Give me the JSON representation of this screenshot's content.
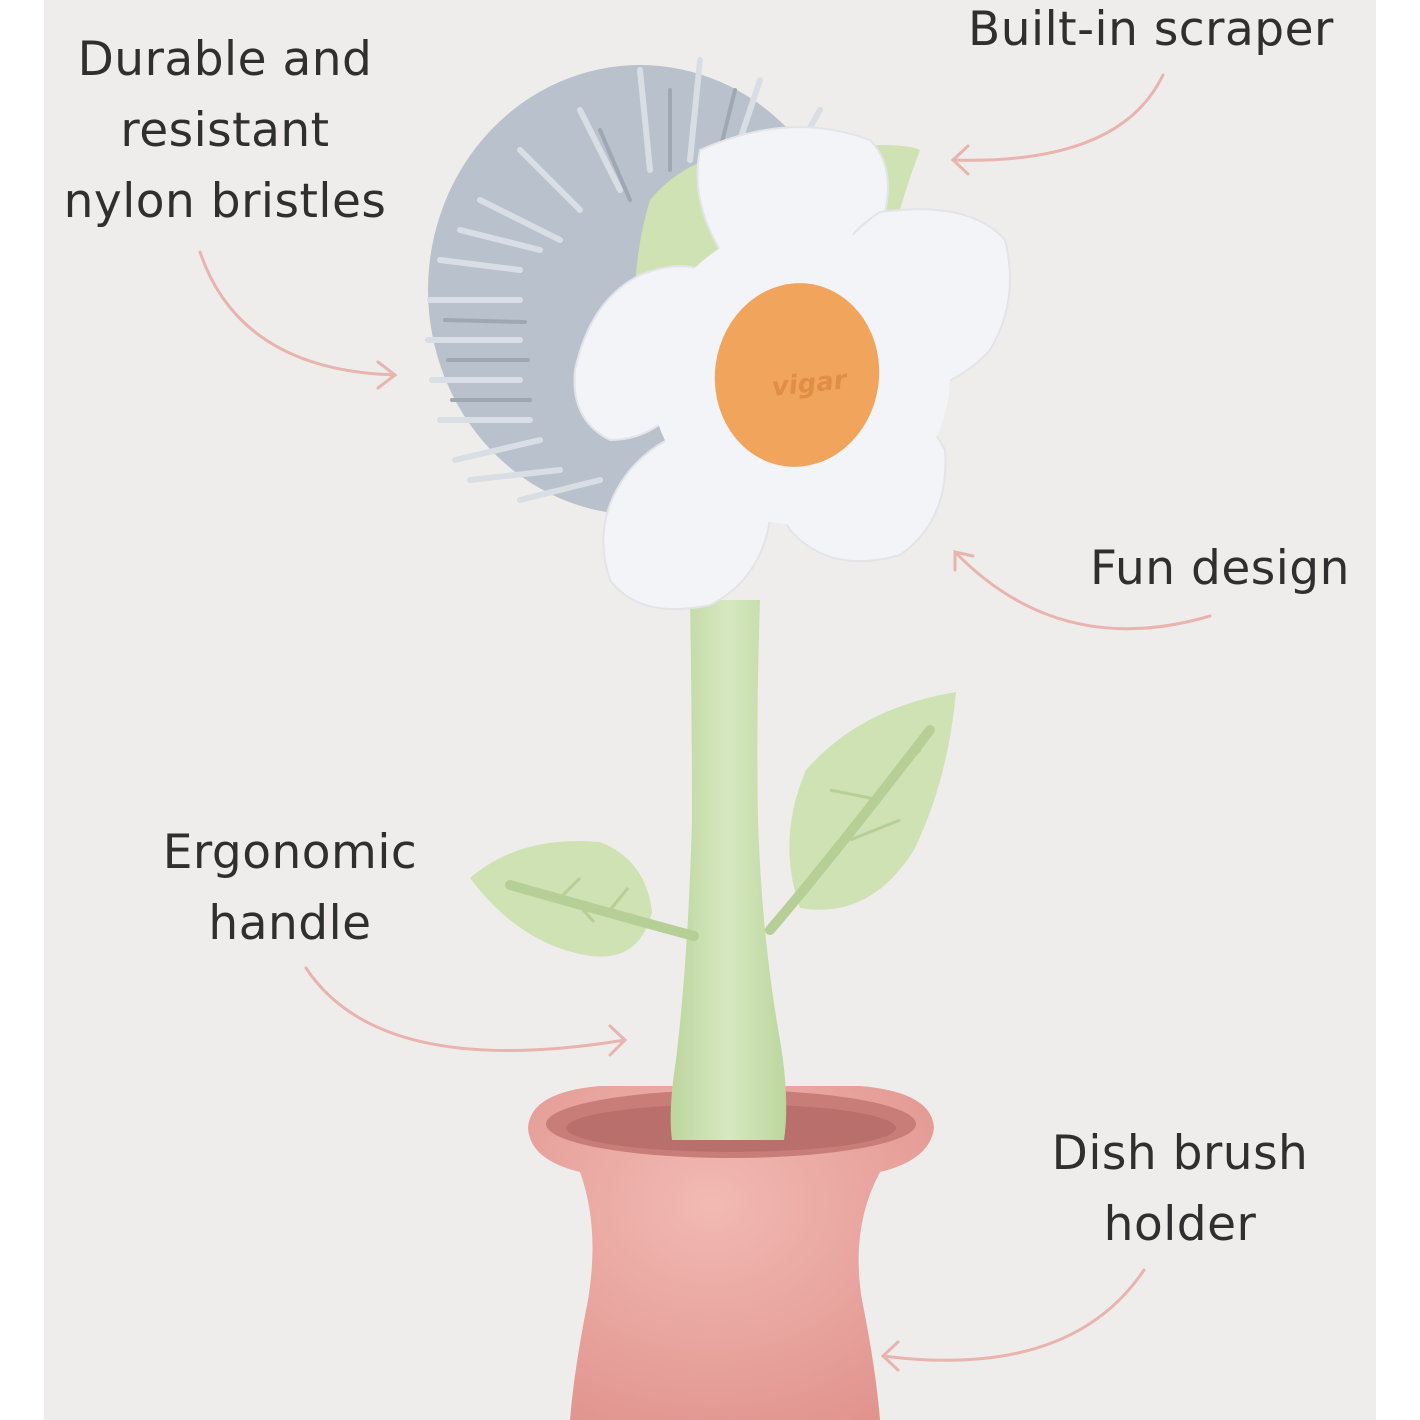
{
  "labels": {
    "bristles": {
      "lines": [
        "Durable and",
        "resistant",
        "nylon bristles"
      ]
    },
    "scraper": {
      "lines": [
        "Built-in scraper"
      ]
    },
    "fun_design": {
      "lines": [
        "Fun design"
      ]
    },
    "handle": {
      "lines": [
        "Ergonomic",
        "handle"
      ]
    },
    "holder": {
      "lines": [
        "Dish brush",
        "holder"
      ]
    }
  },
  "brand": "vigar",
  "colors": {
    "background": "#efedeb",
    "arrow": "#e8b4ad",
    "bristles": "#b9c2cc",
    "petals": "#f3f4f7",
    "flower_center": "#f1a55c",
    "stem": "#c9dfb0",
    "vase": "#eaa39e",
    "text": "#2f2f2f"
  }
}
